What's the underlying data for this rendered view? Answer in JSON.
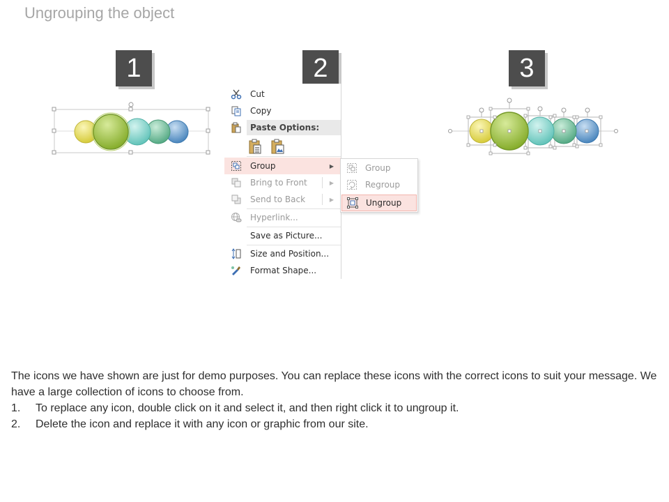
{
  "title": "Ungrouping the object",
  "steps": [
    "1",
    "2",
    "3"
  ],
  "context_menu": {
    "items": [
      {
        "label": "Cut",
        "icon": "scissors-icon",
        "disabled": false
      },
      {
        "label": "Copy",
        "icon": "copy-icon",
        "disabled": false
      },
      {
        "label": "Paste Options:",
        "icon": "paste-icon",
        "disabled": false
      },
      {
        "label": "Group",
        "icon": "group-icon",
        "disabled": false,
        "highlight": true
      },
      {
        "label": "Bring to Front",
        "icon": "bring-to-front-icon",
        "disabled": true
      },
      {
        "label": "Send to Back",
        "icon": "send-to-back-icon",
        "disabled": true
      },
      {
        "label": "Hyperlink...",
        "icon": "hyperlink-icon",
        "disabled": true
      },
      {
        "label": "Save as Picture...",
        "icon": "",
        "disabled": false
      },
      {
        "label": "Size and Position...",
        "icon": "size-position-icon",
        "disabled": false
      },
      {
        "label": "Format Shape...",
        "icon": "format-shape-icon",
        "disabled": false
      }
    ],
    "submenu": [
      {
        "label": "Group",
        "icon": "group-icon",
        "disabled": true
      },
      {
        "label": "Regroup",
        "icon": "regroup-icon",
        "disabled": true
      },
      {
        "label": "Ungroup",
        "icon": "ungroup-icon",
        "disabled": false,
        "highlight": true
      }
    ]
  },
  "description": {
    "intro": "The icons we have shown are just for demo purposes. You can replace these icons with the correct icons to suit your message. We have a large collection of icons to choose from.",
    "steps": [
      {
        "num": "1.",
        "text": "To replace any icon, double click on it and select it, and then right click it to ungroup it."
      },
      {
        "num": "2.",
        "text": "Delete the icon and replace it with any icon or graphic from our site."
      }
    ]
  },
  "colors": {
    "badge": "#4d4d4d",
    "circle_yellow": "#e8e07a",
    "circle_green": "#a8c850",
    "circle_teal": "#8fd6cf",
    "circle_seagreen": "#7cc3a6",
    "circle_blue": "#6aa3d0",
    "menu_highlight": "#fbe3e0"
  }
}
